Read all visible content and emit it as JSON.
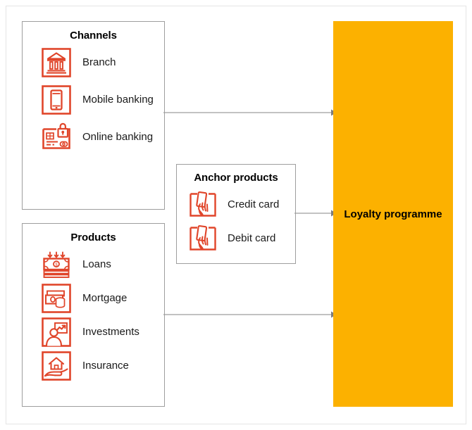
{
  "diagram": {
    "groups": [
      {
        "id": "channels",
        "title": "Channels",
        "items": [
          {
            "label": "Branch",
            "icon": "bank-branch-icon"
          },
          {
            "label": "Mobile banking",
            "icon": "mobile-phone-icon"
          },
          {
            "label": "Online banking",
            "icon": "online-banking-lock-icon"
          }
        ]
      },
      {
        "id": "products",
        "title": "Products",
        "items": [
          {
            "label": "Loans",
            "icon": "banknotes-icon"
          },
          {
            "label": "Mortgage",
            "icon": "cash-coins-icon"
          },
          {
            "label": "Investments",
            "icon": "person-growth-chart-icon"
          },
          {
            "label": "Insurance",
            "icon": "house-in-hand-icon"
          }
        ]
      },
      {
        "id": "anchor",
        "title": "Anchor products",
        "items": [
          {
            "label": "Credit card",
            "icon": "hand-holding-card-icon"
          },
          {
            "label": "Debit card",
            "icon": "hand-holding-card-icon"
          }
        ]
      }
    ],
    "target": {
      "label": "Loyalty programme"
    },
    "arrows": [
      {
        "id": "channels-to-loyalty",
        "from": "channels",
        "to": "loyalty-programme"
      },
      {
        "id": "anchor-to-loyalty",
        "from": "anchor",
        "to": "loyalty-programme"
      },
      {
        "id": "products-to-loyalty",
        "from": "products",
        "to": "loyalty-programme"
      }
    ],
    "colors": {
      "icon_red": "#E0452A",
      "target_yellow": "#FCB100",
      "box_border": "#9e9e9e",
      "arrow_gray": "#9e9e9e",
      "text": "#1a1a1a"
    }
  }
}
